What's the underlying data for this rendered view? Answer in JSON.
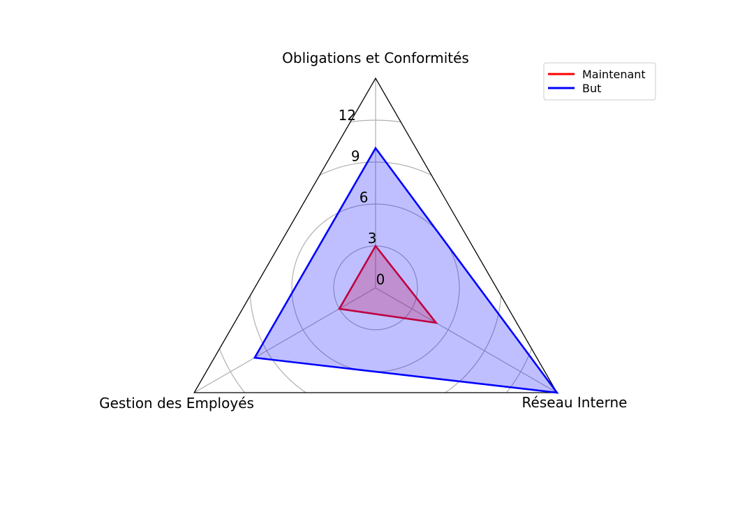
{
  "chart_data": {
    "type": "radar",
    "axes": [
      "Obligations et Conformités",
      "Réseau Interne",
      "Gestion des Employés"
    ],
    "r_ticks": [
      "0",
      "3",
      "6",
      "9",
      "12"
    ],
    "r_range": [
      0,
      15
    ],
    "grid": true,
    "legend_position": "top-right",
    "series": [
      {
        "name": "Maintenant",
        "values": [
          3,
          5,
          3
        ],
        "color": "#ff0000",
        "fill": "#ff0000"
      },
      {
        "name": "But",
        "values": [
          10,
          15,
          10
        ],
        "color": "#0000ff",
        "fill": "#0000ff"
      }
    ]
  }
}
